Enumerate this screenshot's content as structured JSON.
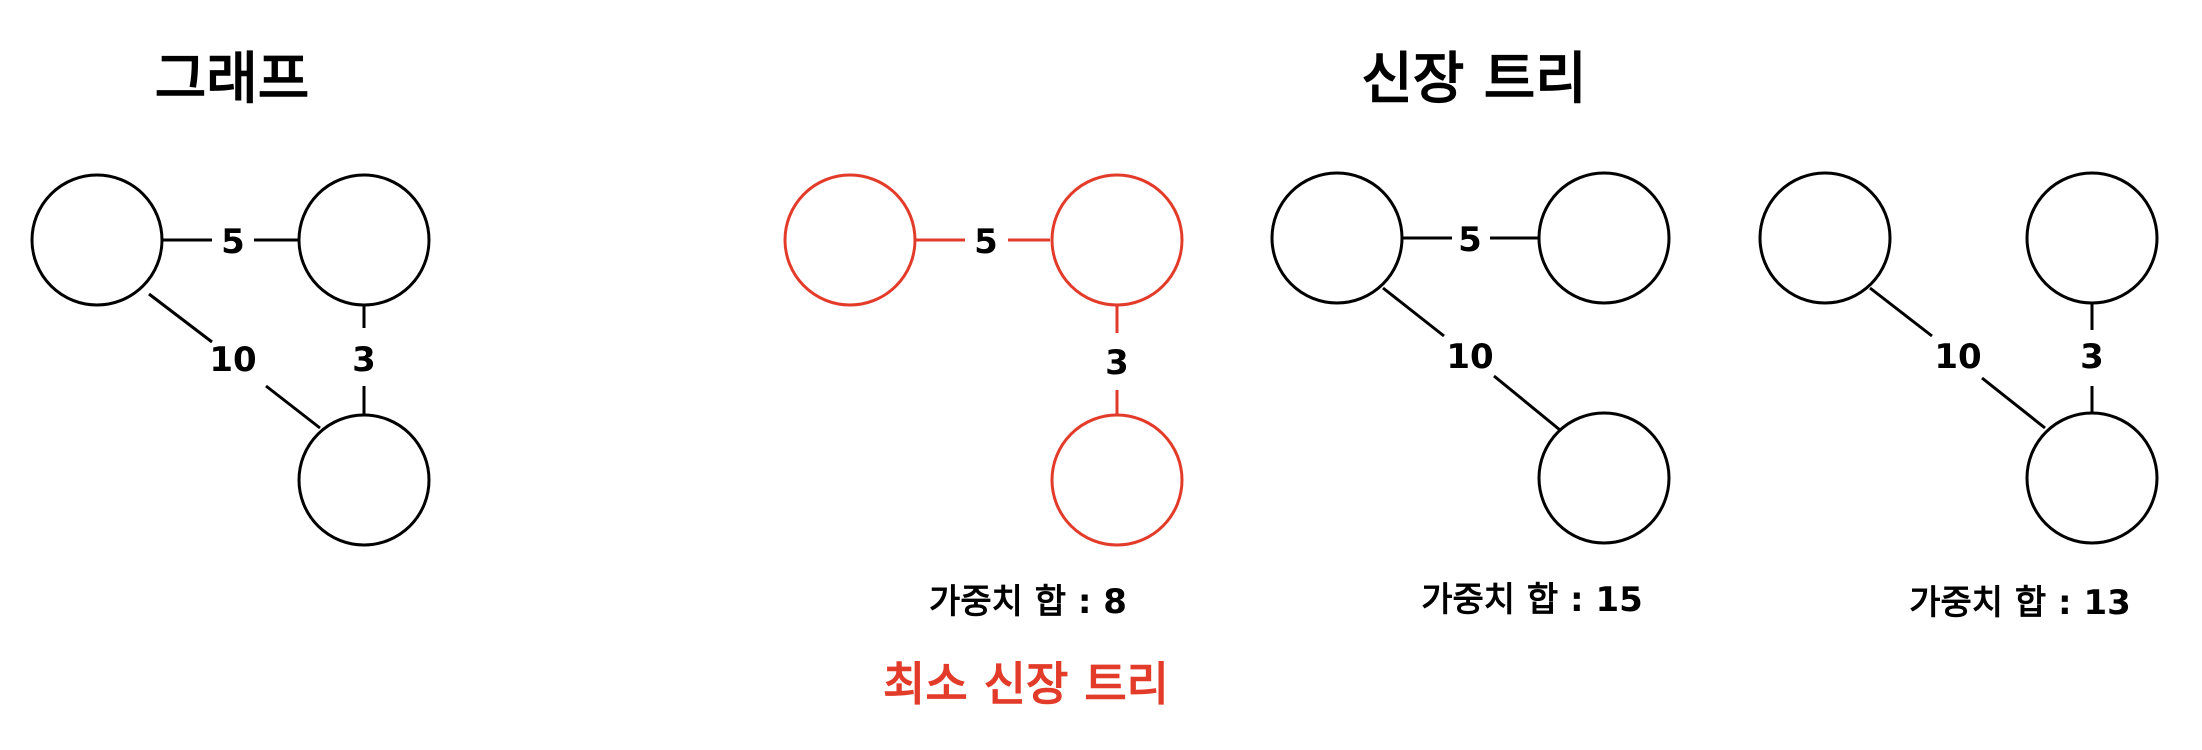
{
  "titles": {
    "graph": "그래프",
    "spanning_trees": "신장 트리"
  },
  "colors": {
    "normal": "#000000",
    "highlight": "#e33b2a"
  },
  "graph": {
    "edges": [
      {
        "label": "5"
      },
      {
        "label": "10"
      },
      {
        "label": "3"
      }
    ]
  },
  "trees": [
    {
      "edges": [
        {
          "label": "5"
        },
        {
          "label": "3"
        }
      ],
      "sum_label": "가중치 합 : 8",
      "highlight": true,
      "caption": "최소 신장 트리"
    },
    {
      "edges": [
        {
          "label": "5"
        },
        {
          "label": "10"
        }
      ],
      "sum_label": "가중치 합 : 15",
      "highlight": false
    },
    {
      "edges": [
        {
          "label": "10"
        },
        {
          "label": "3"
        }
      ],
      "sum_label": "가중치 합 : 13",
      "highlight": false
    }
  ]
}
